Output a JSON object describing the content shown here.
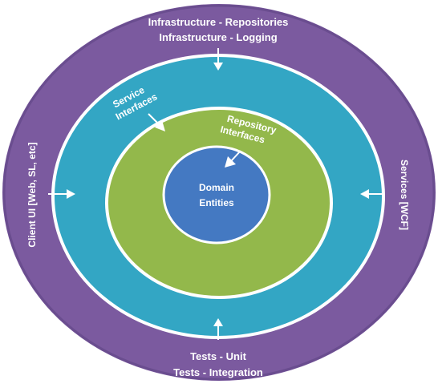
{
  "colors": {
    "outer_ring": "#7b5a9f",
    "outer_edge": "#5f4586",
    "service_ring": "#33a6c4",
    "repository_ring": "#93b84b",
    "core": "#4479c2",
    "ring_border": "#ffffff",
    "label_text": "#ffffff"
  },
  "layers": {
    "outer": {
      "top_labels": [
        "Infrastructure - Repositories",
        "Infrastructure - Logging"
      ],
      "bottom_labels": [
        "Tests - Unit",
        "Tests - Integration"
      ],
      "left_label": "Client UI [Web, SL, etc]",
      "right_label": "Services [WCF]"
    },
    "service": {
      "labels": [
        "Service",
        "Interfaces"
      ]
    },
    "repository": {
      "labels": [
        "Repository",
        "Interfaces"
      ]
    },
    "core": {
      "labels": [
        "Domain",
        "Entities"
      ]
    }
  }
}
